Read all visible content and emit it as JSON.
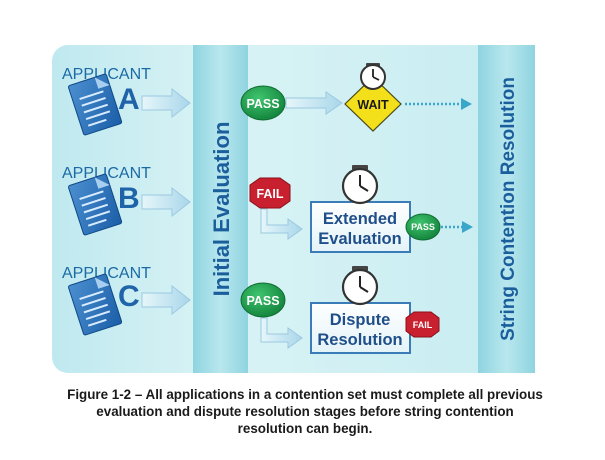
{
  "applicants": [
    {
      "label": "APPLICANT",
      "letter": "A"
    },
    {
      "label": "APPLICANT",
      "letter": "B"
    },
    {
      "label": "APPLICANT",
      "letter": "C"
    }
  ],
  "stages": {
    "initial_evaluation": "Initial Evaluation",
    "string_contention": "String Contention Resolution"
  },
  "badges": {
    "pass": "PASS",
    "fail": "FAIL",
    "wait": "WAIT"
  },
  "boxes": {
    "extended_line1": "Extended",
    "extended_line2": "Evaluation",
    "dispute_line1": "Dispute",
    "dispute_line2": "Resolution"
  },
  "caption": {
    "line1": "Figure 1-2 – All applications in a contention set must complete all previous",
    "line2": "evaluation and dispute resolution stages before string contention",
    "line3": "resolution can begin."
  },
  "colors": {
    "pass": "#1a9a48",
    "fail": "#c8202e",
    "wait": "#f3e01a",
    "panel": "#cbeef2",
    "band": "#9fdbe6",
    "accent_text": "#1b5e9c"
  }
}
